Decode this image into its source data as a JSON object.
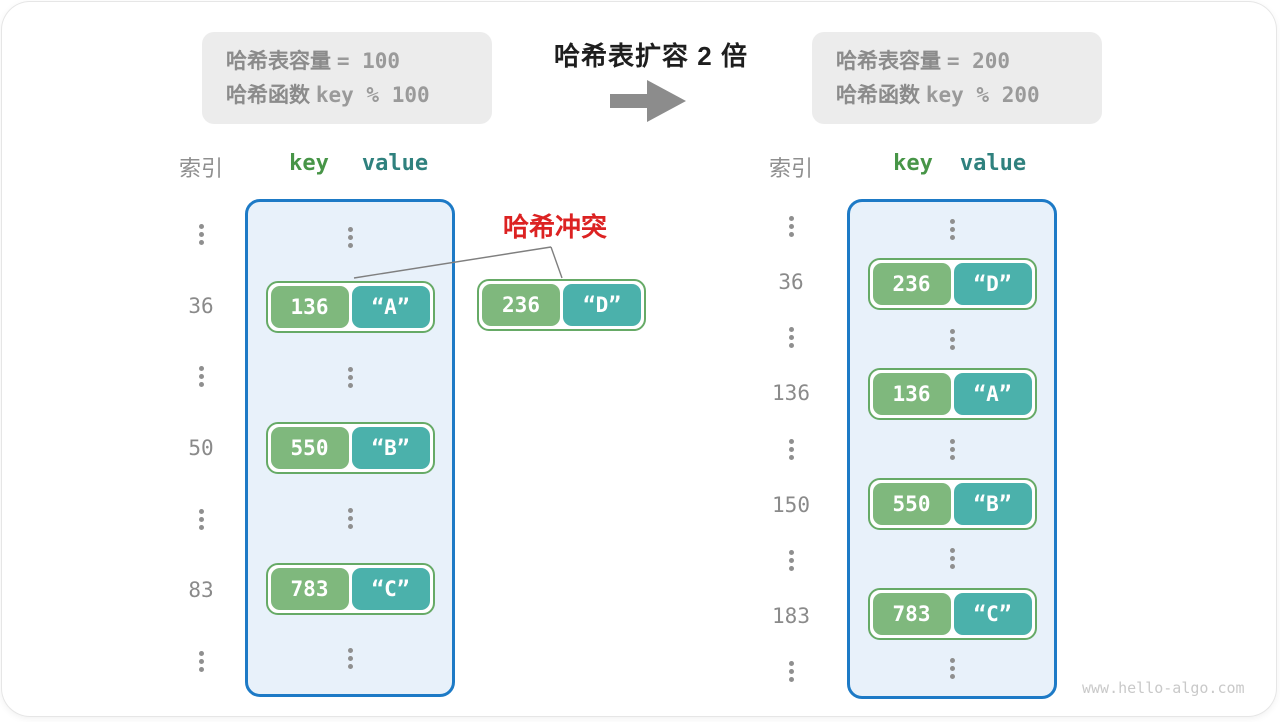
{
  "colors": {
    "table_border_blue": "#1d7ac6",
    "table_fill_blue": "#e8f1fa",
    "key_green": "#7fb87d",
    "value_teal": "#4bb1ab",
    "pair_border_green": "#66aa66",
    "collision_red": "#dc2222",
    "arrow_gray": "#8c8c8c",
    "infobox_gray": "#ececec",
    "text_gray": "#8a8a8a"
  },
  "caption_before": {
    "line1_label": "哈希表容量",
    "line1_value": "= 100",
    "line2_label": "哈希函数",
    "line2_value": "key % 100"
  },
  "caption_after": {
    "line1_label": "哈希表容量",
    "line1_value": "= 200",
    "line2_label": "哈希函数",
    "line2_value": "key % 200"
  },
  "title": "哈希表扩容 2 倍",
  "collision": {
    "label": "哈希冲突",
    "pair": {
      "key": "236",
      "value": "“D”"
    }
  },
  "tables": {
    "left": {
      "headers": {
        "index": "索引",
        "key": "key",
        "value": "value"
      },
      "rows": [
        {
          "dots": true
        },
        {
          "index": "36",
          "key": "136",
          "value": "“A”"
        },
        {
          "dots": true
        },
        {
          "index": "50",
          "key": "550",
          "value": "“B”"
        },
        {
          "dots": true
        },
        {
          "index": "83",
          "key": "783",
          "value": "“C”"
        },
        {
          "dots": true
        }
      ]
    },
    "right": {
      "headers": {
        "index": "索引",
        "key": "key",
        "value": "value"
      },
      "rows": [
        {
          "dots": true
        },
        {
          "index": "36",
          "key": "236",
          "value": "“D”"
        },
        {
          "dots": true
        },
        {
          "index": "136",
          "key": "136",
          "value": "“A”"
        },
        {
          "dots": true
        },
        {
          "index": "150",
          "key": "550",
          "value": "“B”"
        },
        {
          "dots": true
        },
        {
          "index": "183",
          "key": "783",
          "value": "“C”"
        },
        {
          "dots": true
        }
      ]
    }
  },
  "watermark": "www.hello-algo.com"
}
